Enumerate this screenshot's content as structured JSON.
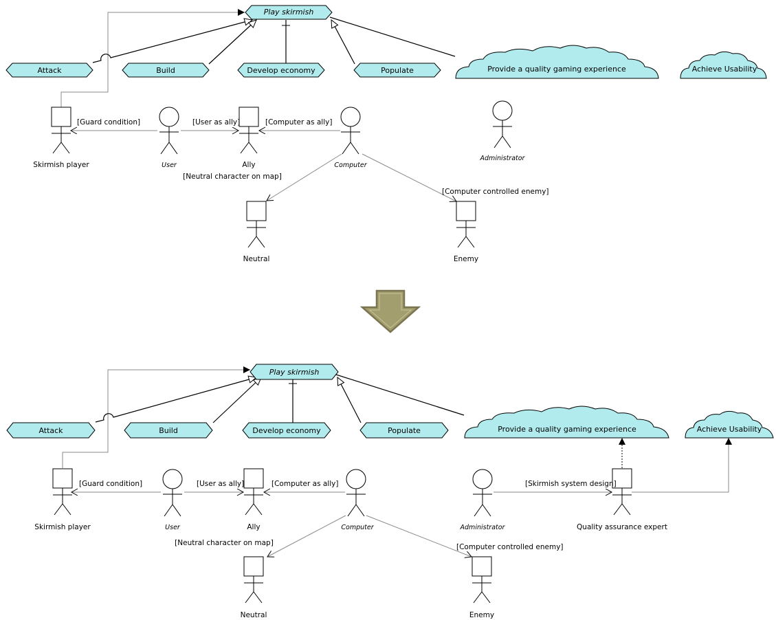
{
  "before": {
    "goals": {
      "play_skirmish": "Play skirmish",
      "attack": "Attack",
      "build": "Build",
      "develop_economy": "Develop economy",
      "populate": "Populate",
      "quality_experience": "Provide a quality gaming experience",
      "usability": "Achieve Usability"
    },
    "actors": {
      "skirmish_player": "Skirmish player",
      "user": "User",
      "ally": "Ally",
      "computer": "Computer",
      "administrator": "Administrator",
      "neutral": "Neutral",
      "enemy": "Enemy"
    },
    "relations": {
      "guard_condition": "[Guard condition]",
      "user_as_ally": "[User as ally]",
      "computer_as_ally": "[Computer as ally]",
      "neutral_on_map": "[Neutral character on map]",
      "computer_enemy": "[Computer controlled enemy]"
    }
  },
  "after": {
    "goals": {
      "play_skirmish": "Play skirmish",
      "attack": "Attack",
      "build": "Build",
      "develop_economy": "Develop economy",
      "populate": "Populate",
      "quality_experience": "Provide a quality gaming experience",
      "usability": "Achieve Usability"
    },
    "actors": {
      "skirmish_player": "Skirmish player",
      "user": "User",
      "ally": "Ally",
      "computer": "Computer",
      "administrator": "Administrator",
      "qa_expert": "Quality assurance expert",
      "neutral": "Neutral",
      "enemy": "Enemy"
    },
    "relations": {
      "guard_condition": "[Guard condition]",
      "user_as_ally": "[User as ally]",
      "computer_as_ally": "[Computer as ally]",
      "neutral_on_map": "[Neutral character on map]",
      "computer_enemy": "[Computer controlled enemy]",
      "skirmish_design": "[Skirmish system design]"
    }
  },
  "colors": {
    "goal_fill": "#b2ebed",
    "arrow_fill": "#a39e6e",
    "arrow_stroke": "#7a7550"
  }
}
